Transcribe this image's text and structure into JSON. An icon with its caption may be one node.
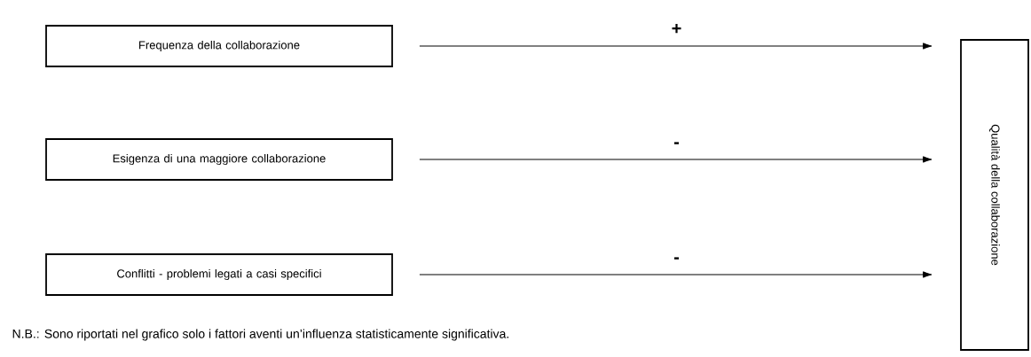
{
  "diagram": {
    "nodes": [
      {
        "text": [
          "Frequenza della collaborazione"
        ]
      },
      {
        "text": [
          "Esigenza di una maggiore collaborazione"
        ]
      },
      {
        "text": [
          "Conflitti - problemi legati a casi specifici"
        ]
      },
      {
        "text": [
          "Qualità della collaborazione"
        ]
      }
    ],
    "edges": [
      {
        "from": 0,
        "to": 3,
        "arrow": "to",
        "label": "+"
      },
      {
        "from": 1,
        "to": 3,
        "arrow": "to",
        "label": "-"
      },
      {
        "from": 2,
        "to": 3,
        "arrow": "to",
        "label": "-"
      }
    ],
    "labels": [
      "N.B.: Sono riportati nel grafico solo i fattori aventi un’influenza statisticamente significativa."
    ]
  }
}
